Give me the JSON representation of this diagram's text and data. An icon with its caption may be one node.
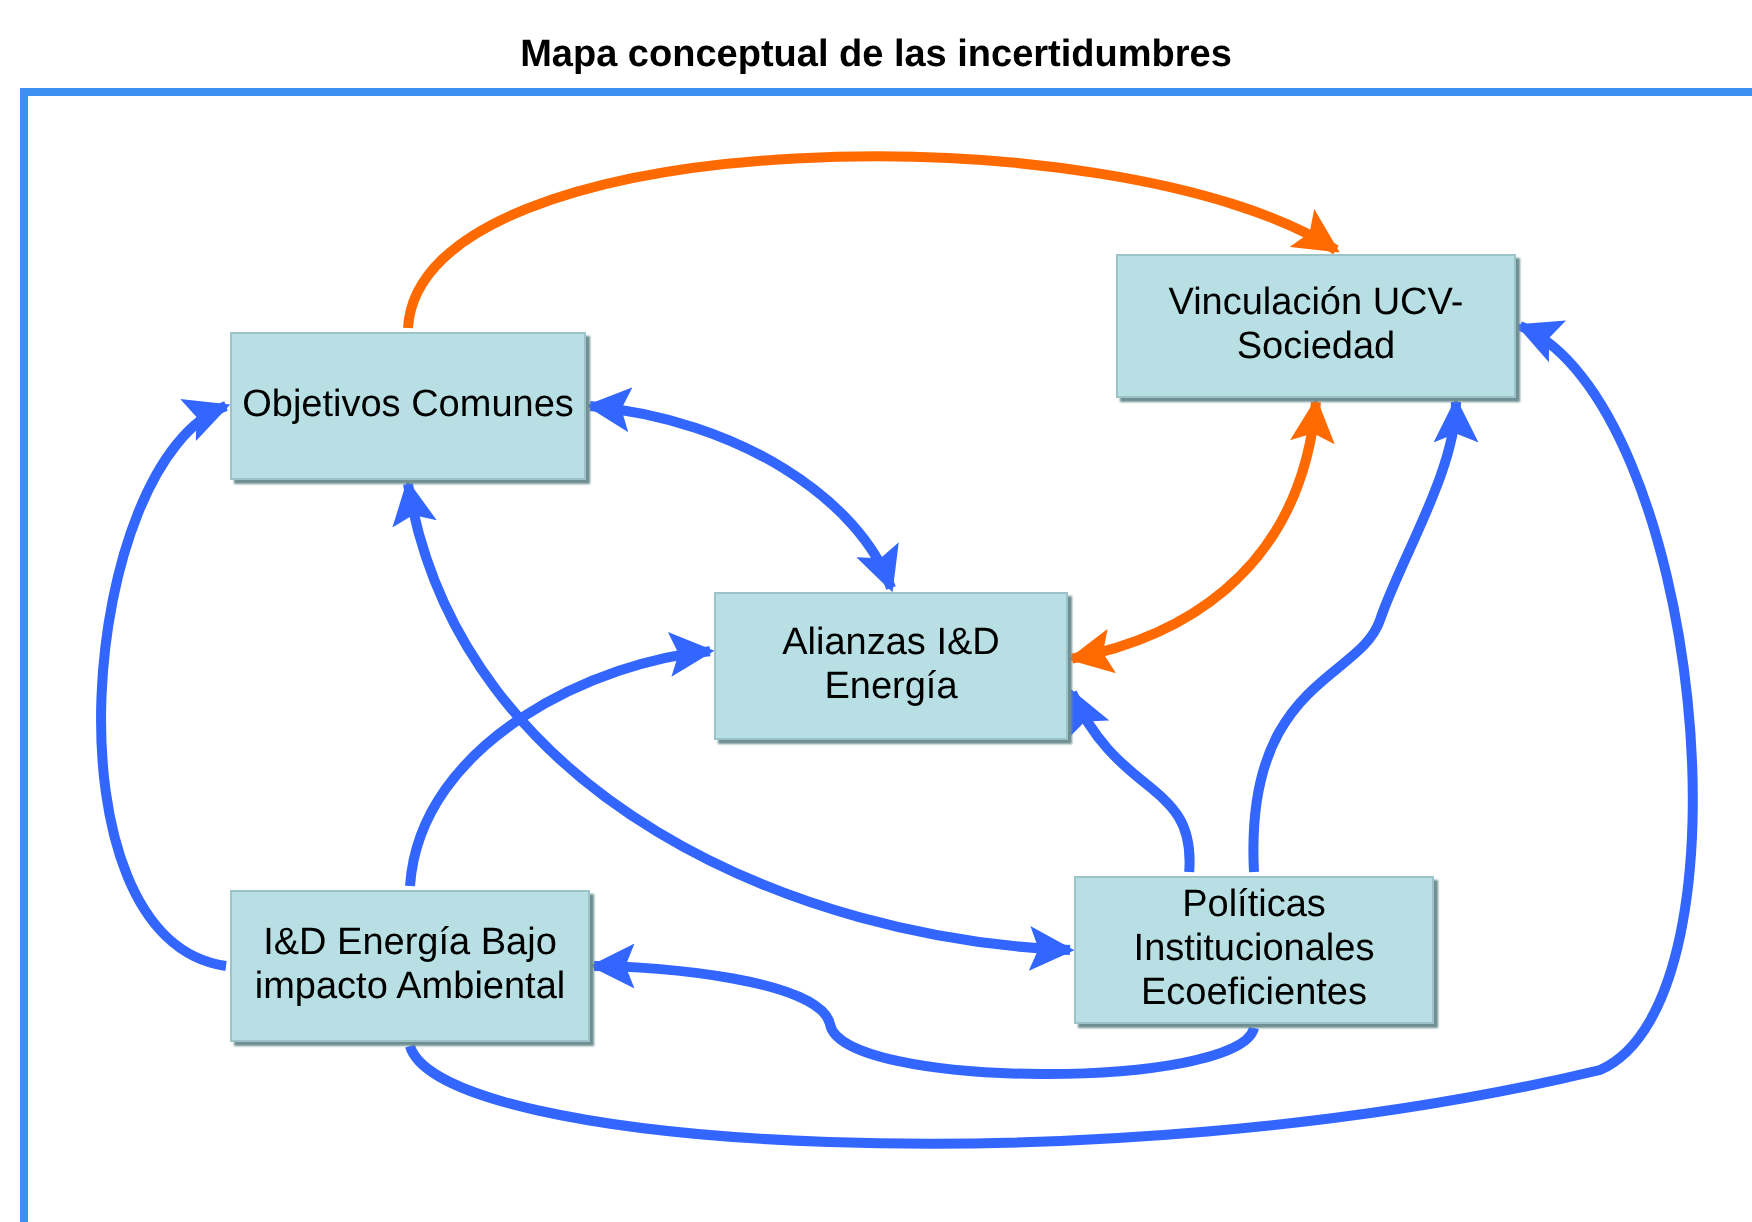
{
  "diagram": {
    "title": "Mapa conceptual de las incertidumbres",
    "nodes": [
      {
        "text": [
          "Objetivos Comunes"
        ]
      },
      {
        "text": [
          "Vinculación UCV-Sociedad"
        ]
      },
      {
        "text": [
          "Alianzas I&D Energía"
        ]
      },
      {
        "text": [
          "I&D Energía Bajo impacto Ambiental"
        ]
      },
      {
        "text": [
          "Políticas Institucionales Ecoeficientes"
        ]
      }
    ],
    "edges": [
      {
        "from": 0,
        "to": 1,
        "arrow": "to",
        "color": "#ff6a00"
      },
      {
        "from": 1,
        "to": 2,
        "arrow": "both",
        "color": "#ff6a00"
      },
      {
        "from": 0,
        "to": 2,
        "arrow": "both"
      },
      {
        "from": 3,
        "to": 0,
        "arrow": "to"
      },
      {
        "from": 0,
        "to": 4,
        "arrow": "both"
      },
      {
        "from": 3,
        "to": 2,
        "arrow": "to"
      },
      {
        "from": 4,
        "to": 2,
        "arrow": "to"
      },
      {
        "from": 4,
        "to": 1,
        "arrow": "to"
      },
      {
        "from": 4,
        "to": 3,
        "arrow": "to"
      },
      {
        "from": 3,
        "to": 1,
        "arrow": "to"
      }
    ]
  }
}
